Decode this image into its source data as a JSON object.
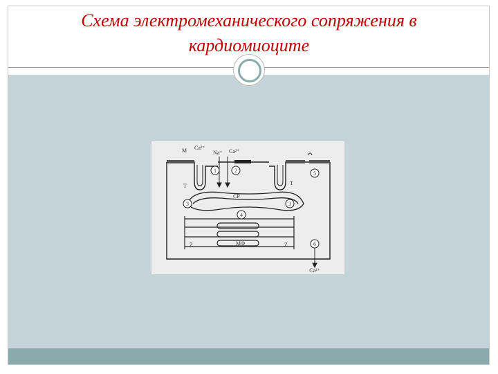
{
  "slide": {
    "title_line1": "Схема электромеханического сопряжения в",
    "title_line2": "кардиомиоците"
  },
  "diagram": {
    "labels": {
      "membrane": "М",
      "ca_top_left": "Ca²⁺",
      "na": "Na⁺",
      "ca_top_mid": "Ca²⁺",
      "t_left": "Т",
      "t_right": "Т",
      "sr": "СР",
      "z_left": "Z",
      "z_right": "Z",
      "mf": "МФ",
      "ca_bottom": "Ca²⁺"
    },
    "markers": [
      "1",
      "2",
      "3",
      "4",
      "5",
      "6",
      "3"
    ]
  }
}
